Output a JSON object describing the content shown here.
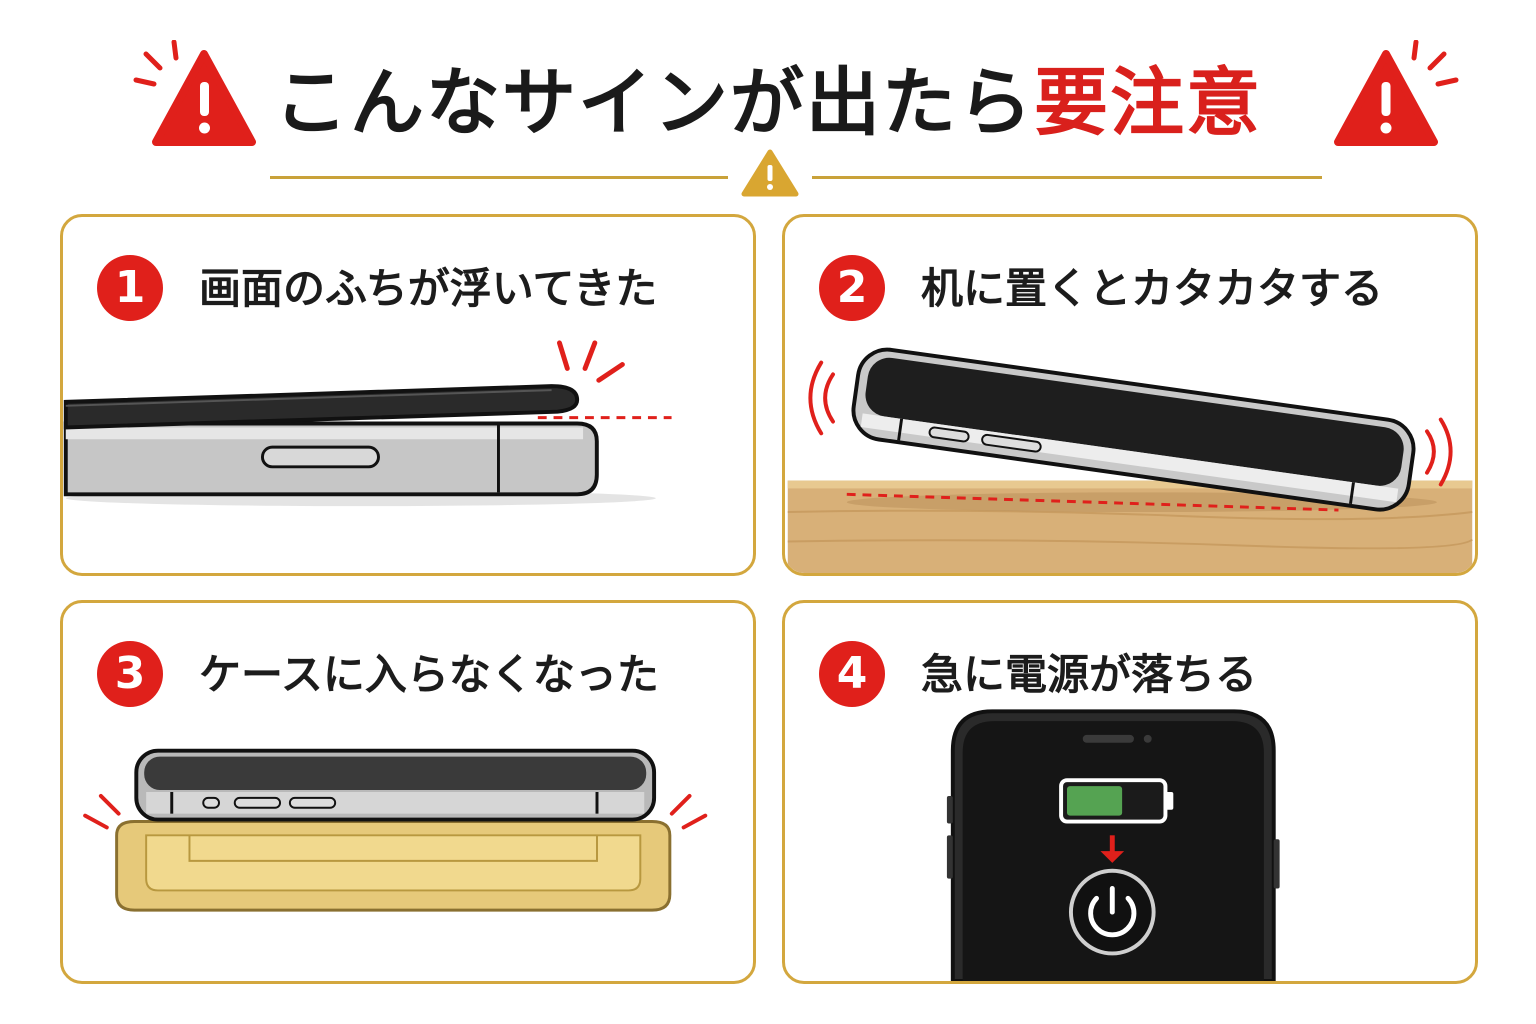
{
  "header": {
    "title_prefix": "こんなサインが出たら",
    "title_accent": "要注意"
  },
  "colors": {
    "accent_red": "#e0201b",
    "card_border": "#d3a73e",
    "divider_gold": "#c9a23a",
    "small_warning": "#d9a631"
  },
  "cards": [
    {
      "number": "1",
      "title": "画面のふちが浮いてきた",
      "icon": "lifted-screen-illustration"
    },
    {
      "number": "2",
      "title": "机に置くとカタカタする",
      "icon": "wobbling-phone-illustration"
    },
    {
      "number": "3",
      "title": "ケースに入らなくなった",
      "icon": "phone-not-fitting-case-illustration"
    },
    {
      "number": "4",
      "title": "急に電源が落ちる",
      "icon": "sudden-power-off-illustration"
    }
  ]
}
